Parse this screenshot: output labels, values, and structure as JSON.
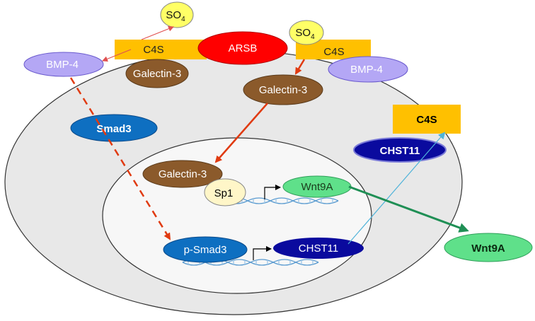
{
  "labels": {
    "so4_left_main": "SO",
    "so4_left_sub": "4",
    "so4_right_main": "SO",
    "so4_right_sub": "4",
    "c4s_left": "C4S",
    "c4s_right": "C4S",
    "arsb": "ARSB",
    "bmp4_left": "BMP-4",
    "bmp4_right": "BMP-4",
    "galectin3_membrane": "Galectin-3",
    "galectin3_cytoplasm": "Galectin-3",
    "galectin3_nucleus": "Galectin-3",
    "smad3": "Smad3",
    "c4s_cytoplasm": "C4S",
    "chst11_cytoplasm": "CHST11",
    "sp1": "Sp1",
    "wnt9a_gene": "Wnt9A",
    "p_smad3": "p-Smad3",
    "chst11_gene": "CHST11",
    "wnt9a_secreted": "Wnt9A"
  },
  "colors": {
    "cell_fill": "#e8e8e8",
    "nucleus_fill": "#f7f7f7",
    "c4s_orange": "#ffc000",
    "so4_yellow": "#ffff66",
    "arsb_red": "#ff0000",
    "bmp4_lavender": "#b4a7f5",
    "galectin_brown": "#8b5a2b",
    "smad3_blue": "#0e6fc1",
    "chst11_navy": "#0a0a9e",
    "sp1_cream": "#fff6c8",
    "wnt9a_green": "#5fe08a",
    "arrow_red": "#e03a10",
    "arrow_green": "#1f8f55",
    "arrow_cyan": "#4fb3d9"
  }
}
